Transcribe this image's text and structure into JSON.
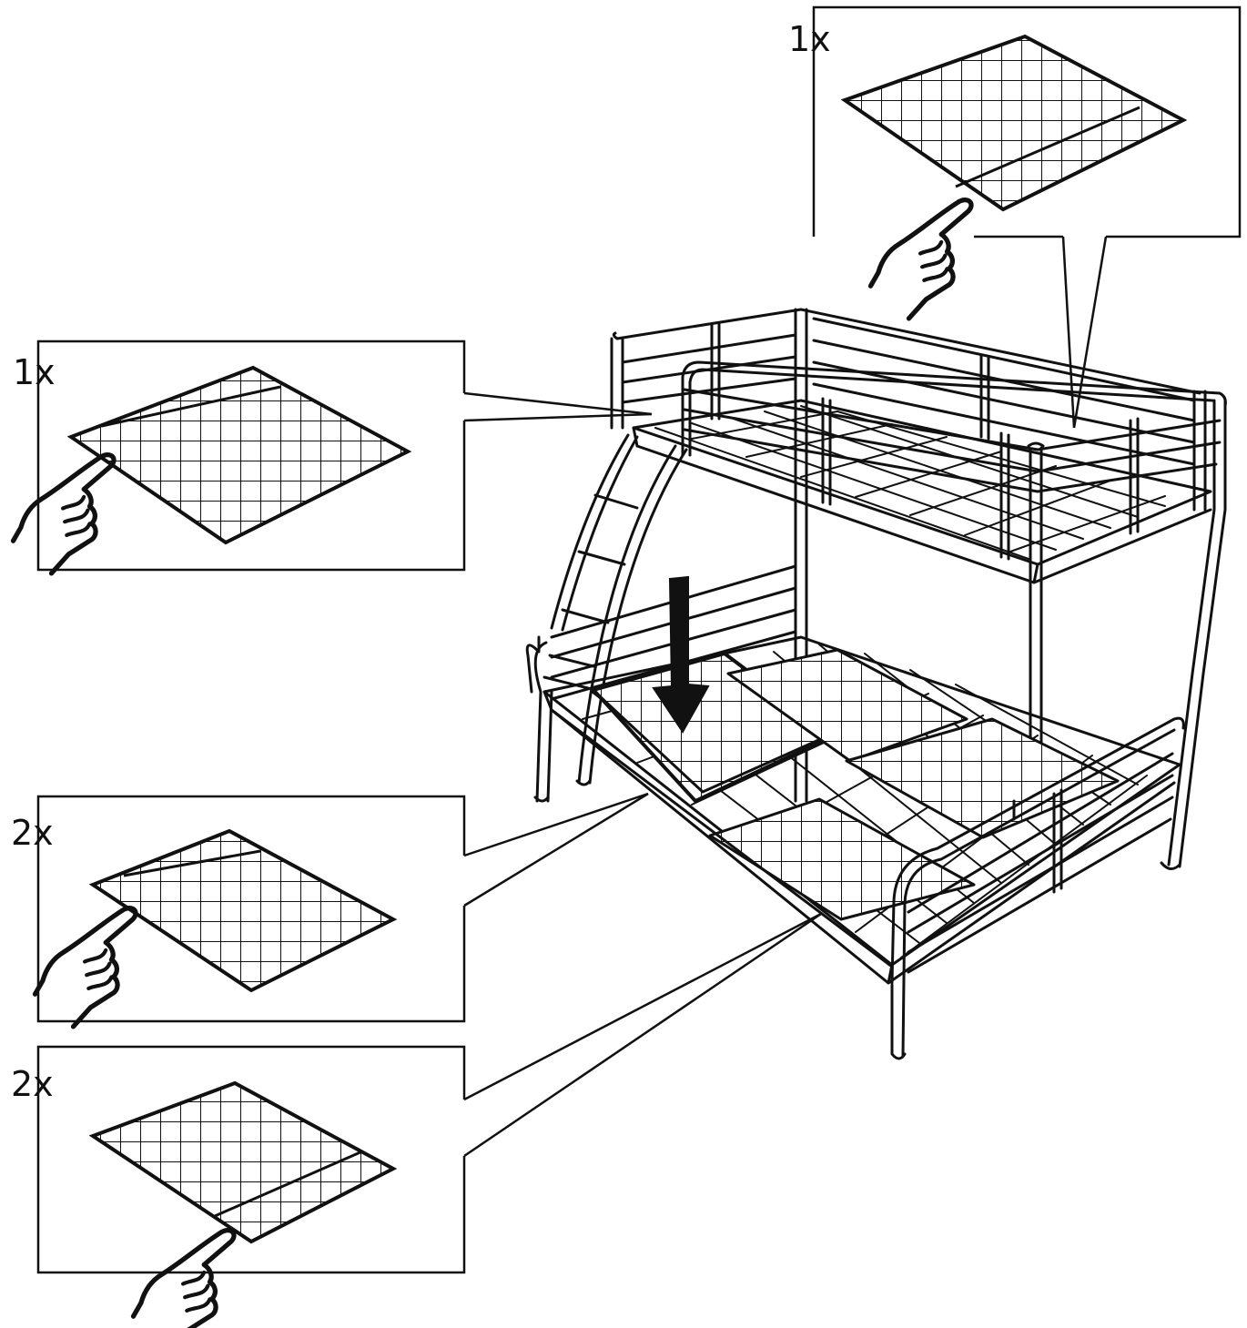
{
  "colors": {
    "ink": "#111111",
    "paper": "#ffffff"
  },
  "callouts": [
    {
      "id": "top-right",
      "quantity": "1x",
      "part": "upper-bed-grid-panel",
      "icon": "pointing-hand-icon"
    },
    {
      "id": "left-upper",
      "quantity": "1x",
      "part": "upper-bed-grid-panel",
      "icon": "pointing-hand-icon"
    },
    {
      "id": "left-middle",
      "quantity": "2x",
      "part": "lower-bed-grid-panel",
      "icon": "pointing-hand-icon"
    },
    {
      "id": "left-lower",
      "quantity": "2x",
      "part": "lower-bed-grid-panel",
      "icon": "pointing-hand-icon"
    }
  ],
  "icons": {
    "arrow": "down-arrow-icon",
    "hand": "pointing-hand-icon"
  }
}
